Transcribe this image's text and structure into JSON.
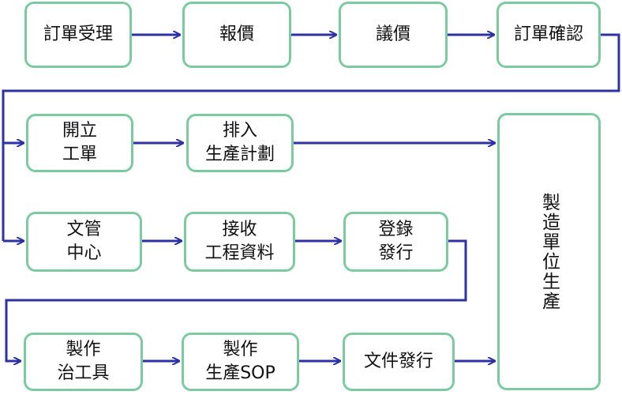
{
  "colors": {
    "box_border": "#7ccaa2",
    "arrow": "#2e31a5",
    "text": "#111111"
  },
  "nodes": {
    "order_receive": "訂單受理",
    "quote": "報價",
    "negotiate": "議價",
    "order_confirm": "訂單確認",
    "open_order": "開立\n工單",
    "schedule": "排入\n生產計劃",
    "doc_center": "文管\n中心",
    "receive_data": "接收\n工程資料",
    "register_issue": "登錄\n發行",
    "make_fixture": "製作\n治工具",
    "make_sop": "製作\n生產SOP",
    "doc_issue": "文件發行",
    "production_unit": "製造單位生產"
  }
}
